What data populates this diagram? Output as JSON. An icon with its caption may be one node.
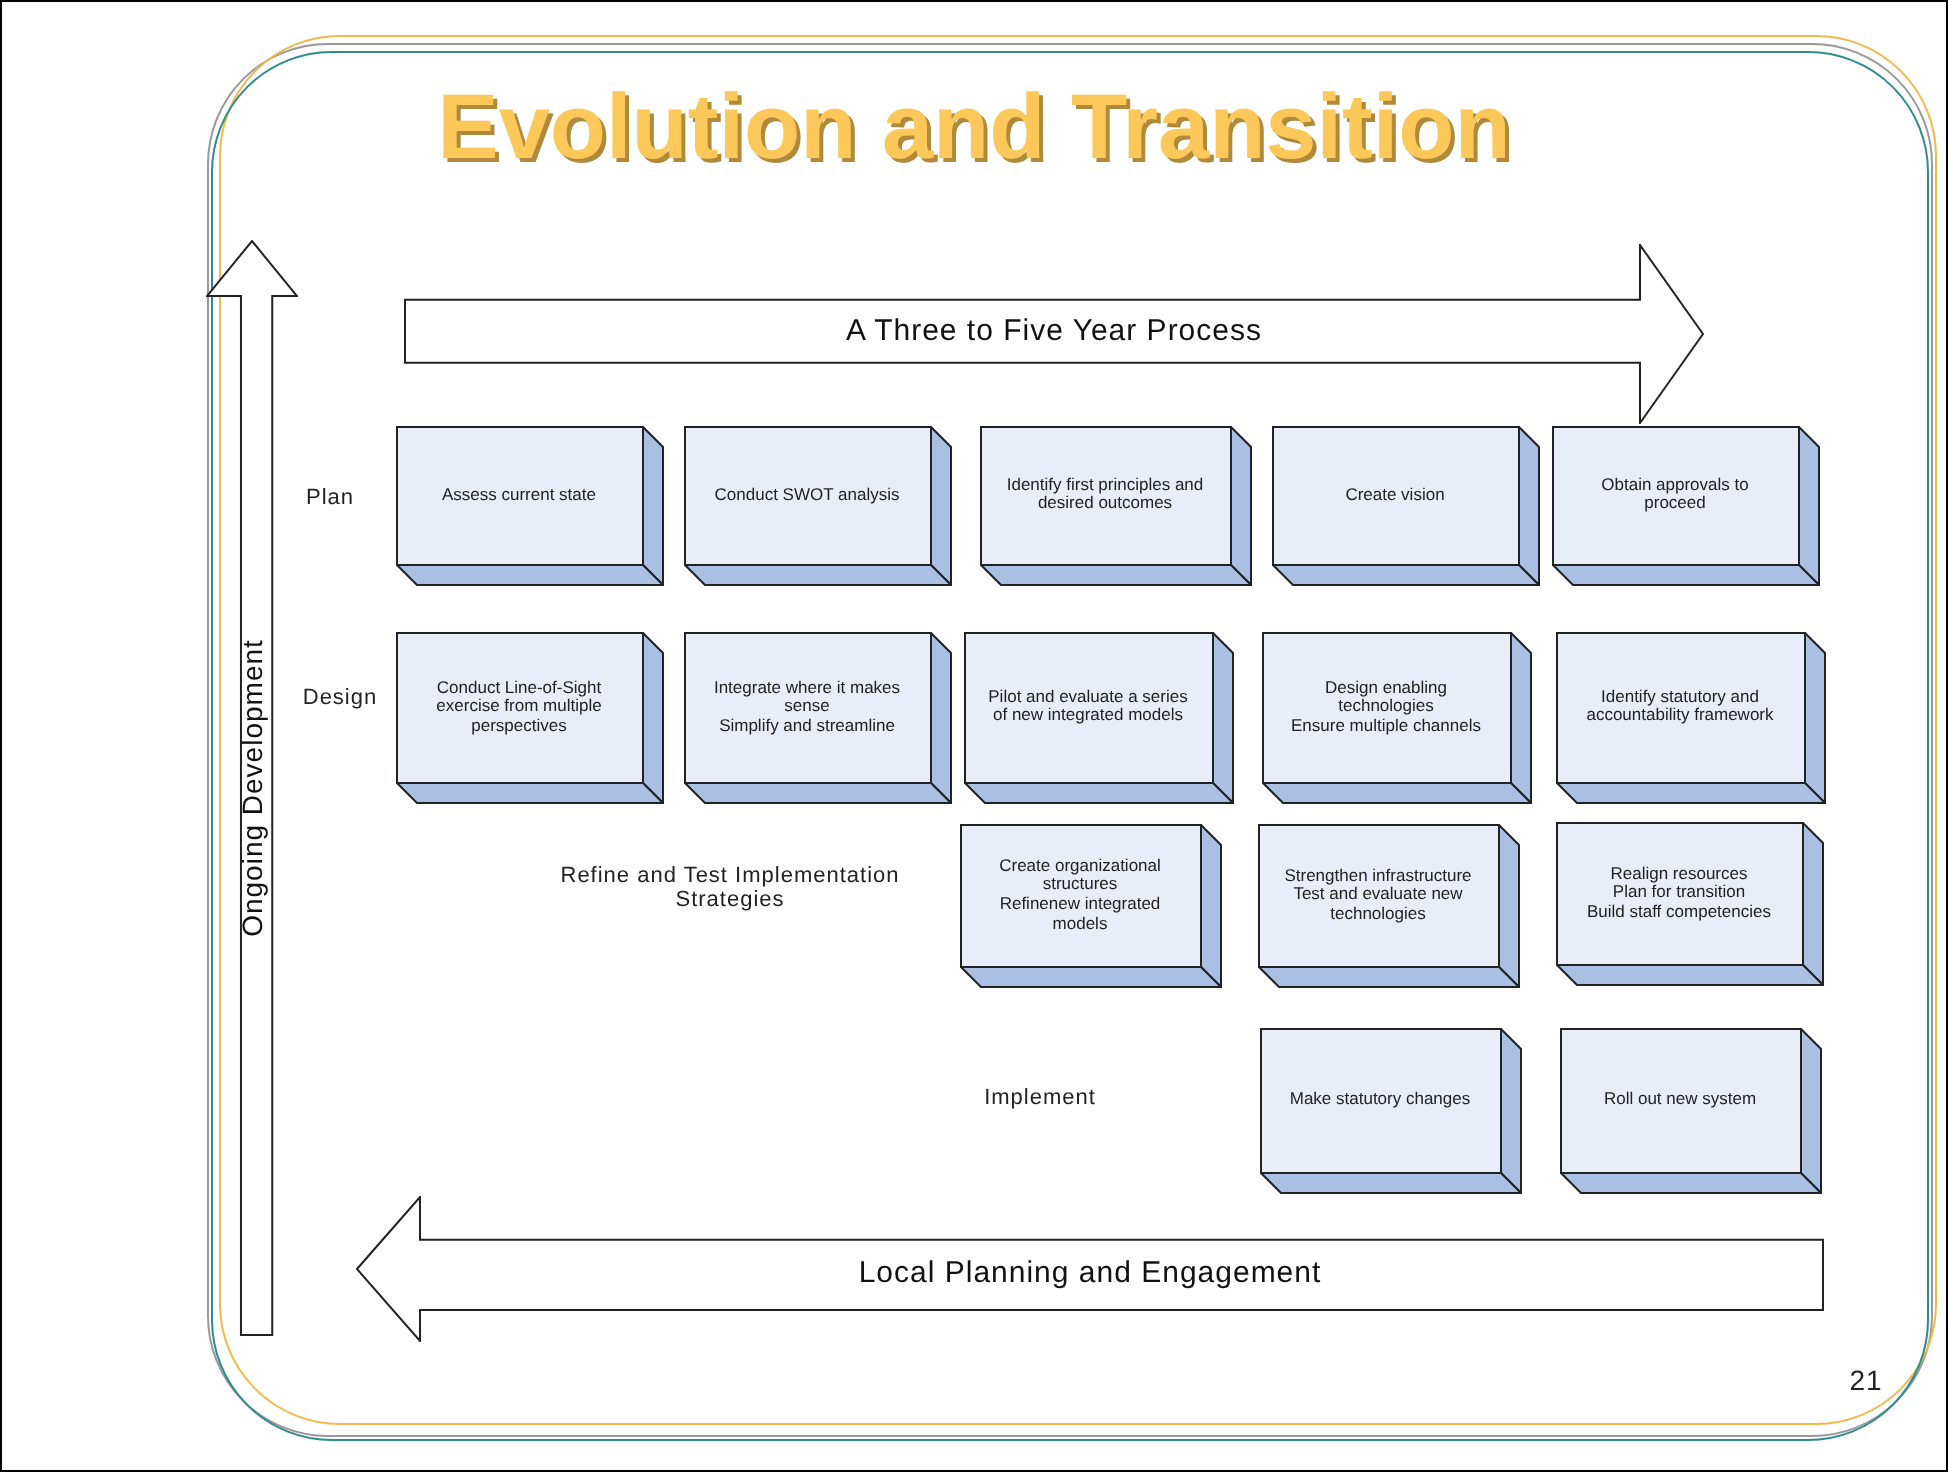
{
  "diagram": {
    "title": "Evolution and Transition",
    "nodes": [
      {
        "text": [
          "A Three to Five Year Process"
        ]
      },
      {
        "text": [
          "Ongoing Development"
        ]
      },
      {
        "text": [
          "Assess current state"
        ]
      },
      {
        "text": [
          "Conduct SWOT analysis"
        ]
      },
      {
        "text": [
          "Identify first principles and desired outcomes"
        ]
      },
      {
        "text": [
          "Create vision"
        ]
      },
      {
        "text": [
          "Obtain approvals to proceed"
        ]
      },
      {
        "text": [
          "Conduct Line-of-Sight exercise from multiple perspectives"
        ]
      },
      {
        "text": [
          "Integrate where it makes sense",
          "Simplify and streamline"
        ]
      },
      {
        "text": [
          "Pilot and evaluate a series of new integrated models"
        ]
      },
      {
        "text": [
          "Design enabling technologies",
          "Ensure multiple channels"
        ]
      },
      {
        "text": [
          "Identify statutory and accountability framework"
        ]
      },
      {
        "text": [
          "Create organizational structures",
          "Refinenew integrated models"
        ]
      },
      {
        "text": [
          "Strengthen infrastructure",
          "Test and evaluate new technologies"
        ]
      },
      {
        "text": [
          "Realign resources",
          "Plan for transition",
          "Build staff competencies"
        ]
      },
      {
        "text": [
          "Make statutory changes"
        ]
      },
      {
        "text": [
          "Roll out new system"
        ]
      },
      {
        "text": [
          "Local Planning and Engagement"
        ]
      }
    ],
    "edges": [],
    "labels": [
      "Plan",
      "Design",
      "Refine and Test Implementation Strategies",
      "Implement",
      "21"
    ]
  }
}
